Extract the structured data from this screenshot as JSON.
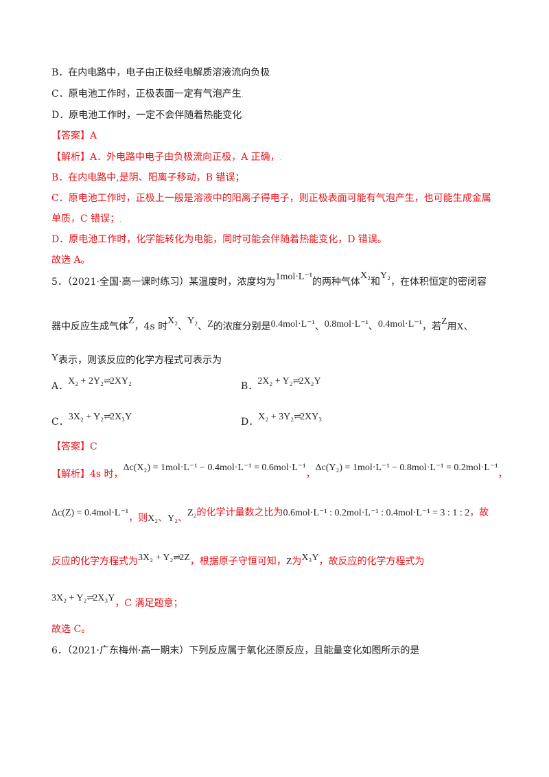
{
  "prev": {
    "optB": "B．在内电路中，电子由正极经电解质溶液流向负极",
    "optC": "C．原电池工作时，正极表面一定有气泡产生",
    "optD": "D．原电池工作时，一定不会伴随着热能变化",
    "answer": "【答案】A",
    "jiexi_label": "【解析】",
    "jiexi_a": "A．外电路中电子由负极流向正极，A 正确，",
    "jiexi_b": "B．在内电路中,是阴、阳离子移动，B 错误；",
    "jiexi_c1": "C．原电池工作时，正极上一般是溶液中的阳离子得电子，则正极表面可能有气泡产生，也可能生成金属",
    "jiexi_c2": "单质，C 错误；",
    "jiexi_d": "D．原电池工作时，化学能转化为电能，同时可能会伴随着热能变化，D 错误。",
    "conclusion": "故选 A。"
  },
  "q5": {
    "stem_a": "5．（2021·全国·高一课时练习）某温度时，浓度均为",
    "conc_1": "1mol·L⁻¹",
    "stem_b": "的两种气体",
    "x2": "X₂",
    "he": "和",
    "y2": "Y₂",
    "stem_c": "，在体积恒定的密闭容",
    "stem_d": "器中反应生成气体",
    "z": "Z",
    "stem_e": "，4s 时",
    "sep1": "、",
    "sep2": "、",
    "stem_f": "的浓度分别是",
    "conc_a": "0.4mol·L⁻¹",
    "conc_b": "0.8mol·L⁻¹",
    "conc_c": "0.4mol·L⁻¹",
    "sep3": "、",
    "sep4": "、",
    "stem_g": "，若",
    "stem_h": "用",
    "x": "X",
    "sep5": "、",
    "y": "Y",
    "stem_i": "表示，则该反应的化学方程式可表示为",
    "options": [
      {
        "label": "A．",
        "lhs": "X₂ + 2Y₂",
        "rhs": "2XY₂"
      },
      {
        "label": "B．",
        "lhs": "2X₂ + Y₂",
        "rhs": "2X₂Y"
      },
      {
        "label": "C．",
        "lhs": "3X₂ + Y₂",
        "rhs": "2X₃Y"
      },
      {
        "label": "D．",
        "lhs": "X₂ + 3Y₂",
        "rhs": "2XY₃"
      }
    ],
    "answer": "【答案】C",
    "jiexi_label": "【解析】",
    "jx_4s": "4s 时，",
    "delta_x2": "Δc(X₂) = 1mol·L⁻¹ − 0.4mol·L⁻¹ = 0.6mol·L⁻¹",
    "comma1": "，",
    "delta_y2": "Δc(Y₂) = 1mol·L⁻¹ − 0.8mol·L⁻¹ = 0.2mol·L⁻¹",
    "comma2": "，",
    "delta_z": "Δc(Z) = 0.4mol·L⁻¹",
    "jx_ze": "，则",
    "jx_x2": "X₂",
    "jx_y2": "Y₂",
    "jx_z2": "Z₂",
    "jx_ratio_text": "的化学计量数之比为",
    "ratio": "0.6mol·L⁻¹ : 0.2mol·L⁻¹ : 0.4mol·L⁻¹ = 3 : 1 : 2",
    "jx_gu": "，故",
    "jx_eq_text": "反应的化学方程式为",
    "eq_lhs": "3X₂ + Y₂",
    "eq_rhs": "2Z",
    "jx_shouheng": "，根据原子守恒可知，",
    "jx_z": "Z",
    "jx_wei": "为",
    "jx_x3y": "X₃Y",
    "jx_final_text": "，故反应的化学方程式为",
    "final_lhs": "3X₂ + Y₂",
    "final_rhs": "2X₃Y",
    "jx_c_ok": "，C 满足题意；",
    "conclusion": "故选 C。"
  },
  "q6": {
    "stem": "6．（2021·广东梅州·高一期末）下列反应属于氧化还原反应，且能量变化如图所示的是"
  },
  "symbols": {
    "eq_arrow": "⇌"
  }
}
